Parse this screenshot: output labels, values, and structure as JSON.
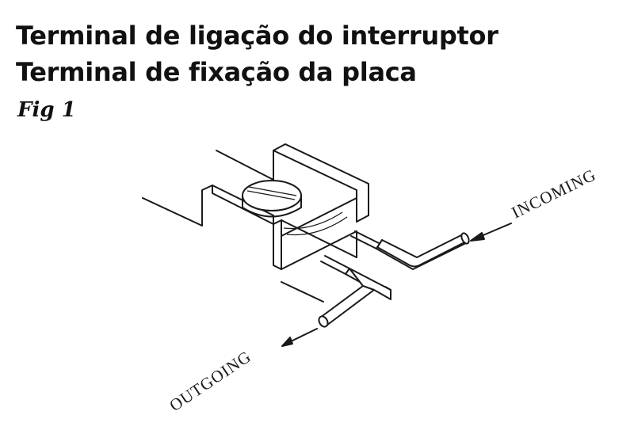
{
  "title": {
    "line1": "Terminal de ligação do interruptor",
    "line2": "Terminal de fixação da placa"
  },
  "figure": {
    "label": "Fig 1",
    "labels": {
      "incoming": "INCOMING",
      "outgoing": "OUTGOING"
    }
  },
  "colors": {
    "text": "#111111",
    "line": "#1a1a1a",
    "background": "#ffffff"
  }
}
